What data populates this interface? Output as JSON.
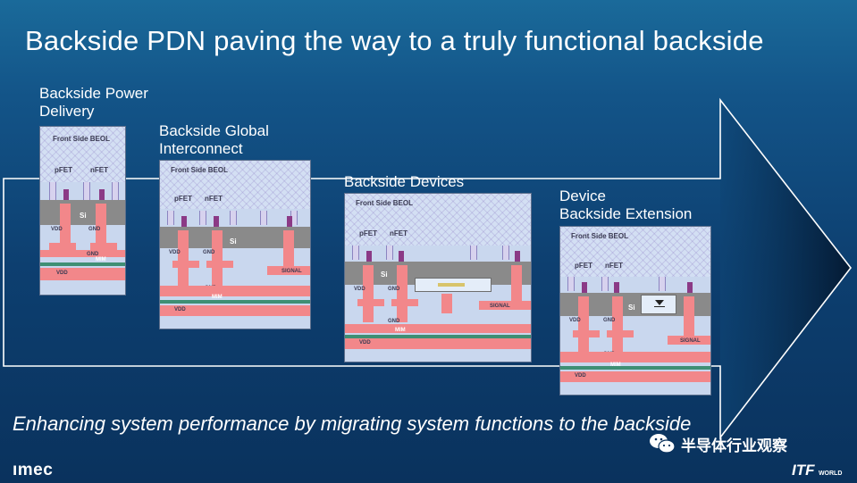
{
  "slide": {
    "title": "Backside PDN paving the way to a truly functional backside",
    "subtitle": "Enhancing system performance by migrating system functions to the backside"
  },
  "stages": [
    {
      "title_line1": "Backside Power",
      "title_line2": "Delivery"
    },
    {
      "title_line1": "Backside Global",
      "title_line2": "Interconnect"
    },
    {
      "title_line1": "Backside Devices",
      "title_line2": ""
    },
    {
      "title_line1": "Device",
      "title_line2": "Backside Extension"
    }
  ],
  "panel_labels": {
    "front_side_beol": "Front Side BEOL",
    "pfet": "pFET",
    "nfet": "nFET",
    "si": "Si",
    "vdd": "VDD",
    "gnd": "GND",
    "mim": "MIM",
    "signal": "SIGNAL"
  },
  "footer": {
    "logo": "ımec",
    "watermark": "半导体行业观察",
    "event_logo": "ITF",
    "event_logo_sub": "WORLD"
  },
  "colors": {
    "background_top": "#1a6a9a",
    "background_bottom": "#0a325d",
    "metal": "#f2878a",
    "silicon": "#8a8a8a",
    "mim": "#3f8f74",
    "beol": "#d3dff3",
    "contact": "#8b3a86"
  }
}
